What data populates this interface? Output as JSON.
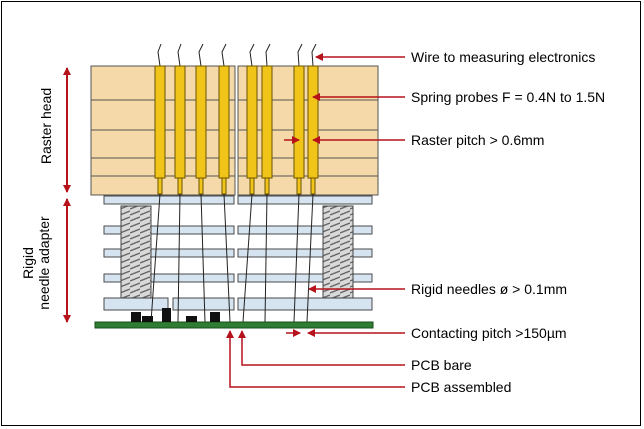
{
  "labels": {
    "wire": "Wire to measuring electronics",
    "spring_probes": "Spring probes F = 0.4N to 1.5N",
    "raster_pitch": "Raster pitch > 0.6mm",
    "rigid_needles": "Rigid needles ø > 0.1mm",
    "contacting_pitch": "Contacting pitch >150µm",
    "pcb_bare": "PCB bare",
    "pcb_assembled": "PCB assembled"
  },
  "side_labels": {
    "raster_head": "Raster head",
    "needle_adapter_line1": "Rigid",
    "needle_adapter_line2": "needle adapter"
  },
  "colors": {
    "arrow": "#b5121b",
    "raster_head": "#f5d9a8",
    "probe": "#f0c419",
    "plate": "#d5e4f0",
    "spring": "#7a7a7a",
    "pcb": "#2e7d32",
    "component": "#111111"
  }
}
